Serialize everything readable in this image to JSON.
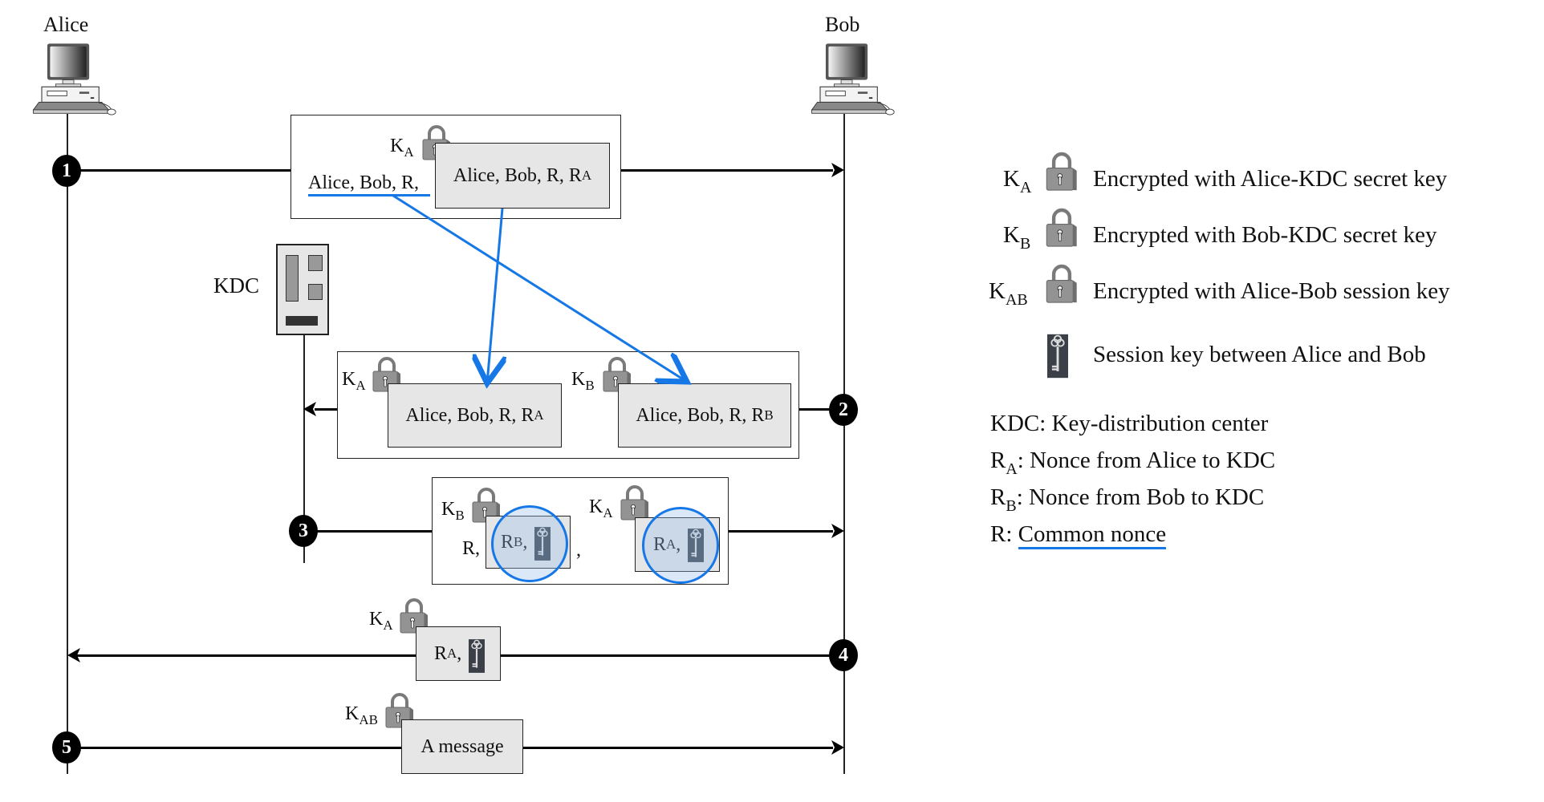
{
  "actors": {
    "alice": "Alice",
    "bob": "Bob",
    "kdc": "KDC"
  },
  "steps": [
    "1",
    "2",
    "3",
    "4",
    "5"
  ],
  "step1": {
    "plain_text": "Alice, Bob, R,",
    "lock_key": "K",
    "lock_sub": "A",
    "box_text": "Alice, Bob, R, R",
    "box_sub": "A"
  },
  "step2": {
    "left_key": "K",
    "left_sub": "A",
    "left_text": "Alice, Bob, R, R",
    "left_text_sub": "A",
    "right_key": "K",
    "right_sub": "B",
    "right_text": "Alice, Bob, R, R",
    "right_text_sub": "B"
  },
  "step3": {
    "left_key": "K",
    "left_sub": "B",
    "prefix": "R,",
    "left_text": "R",
    "left_text_sub": "B",
    "left_suffix": ",",
    "separator": ",",
    "right_key": "K",
    "right_sub": "A",
    "right_text": "R",
    "right_text_sub": "A",
    "right_suffix": ","
  },
  "step4": {
    "key": "K",
    "sub": "A",
    "text": "R",
    "text_sub": "A",
    "suffix": ","
  },
  "step5": {
    "key": "K",
    "sub": "AB",
    "text": "A message"
  },
  "legend": {
    "items": [
      {
        "key": "K",
        "sub": "A",
        "icon": "lock-icon",
        "text": "Encrypted with Alice-KDC secret key"
      },
      {
        "key": "K",
        "sub": "B",
        "icon": "lock-icon",
        "text": "Encrypted with Bob-KDC secret key"
      },
      {
        "key": "K",
        "sub": "AB",
        "icon": "lock-icon",
        "text": "Encrypted with Alice-Bob session key"
      },
      {
        "key": "",
        "sub": "",
        "icon": "session-key-icon",
        "text": "Session key between Alice and Bob"
      }
    ],
    "definitions": [
      {
        "term": "KDC",
        "sub": "",
        "text": ": Key-distribution center"
      },
      {
        "term": "R",
        "sub": "A",
        "text": ": Nonce from Alice to KDC"
      },
      {
        "term": "R",
        "sub": "B",
        "text": ": Nonce from Bob to KDC"
      },
      {
        "term": "R",
        "sub": "",
        "text": ": ",
        "underlined": "Common nonce"
      }
    ]
  },
  "colors": {
    "annotation_blue": "#1677e6",
    "box_fill": "#e6e6e6",
    "lock_gray": "#8c8c8c",
    "key_bg": "#3a3f48"
  }
}
